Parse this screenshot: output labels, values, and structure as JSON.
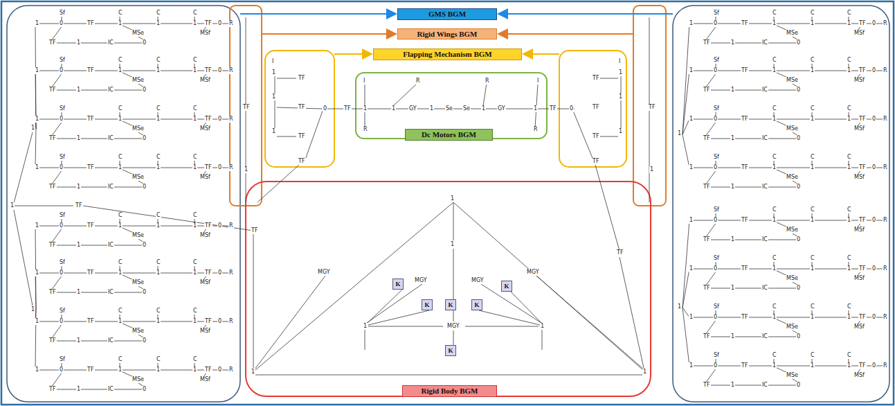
{
  "diagram": {
    "nodes": [
      {
        "text": [
          "GMS BGM"
        ]
      },
      {
        "text": [
          "Rigid Wings BGM"
        ]
      },
      {
        "text": [
          "Flapping Mechanism BGM"
        ]
      },
      {
        "text": [
          "Dc Motors BGM"
        ]
      },
      {
        "text": [
          "Rigid Body BGM"
        ]
      },
      {
        "text": [
          "K"
        ]
      },
      {
        "text": [
          "K"
        ]
      },
      {
        "text": [
          "K"
        ]
      },
      {
        "text": [
          "K"
        ]
      },
      {
        "text": [
          "K"
        ]
      },
      {
        "text": [
          "K"
        ]
      }
    ],
    "labels": [
      "Sf",
      "C",
      "C",
      "C",
      "1",
      "0",
      "TF",
      "1",
      "1",
      "1",
      "TF",
      "0",
      "R",
      "MSe",
      "MSf",
      "TF",
      "1",
      "IC",
      "0",
      "Sf",
      "C",
      "C",
      "C",
      "1",
      "0",
      "TF",
      "1",
      "1",
      "1",
      "TF",
      "0",
      "R",
      "MSe",
      "MSf",
      "TF",
      "1",
      "IC",
      "0",
      "Sf",
      "C",
      "C",
      "C",
      "1",
      "0",
      "TF",
      "1",
      "1",
      "1",
      "TF",
      "0",
      "R",
      "MSe",
      "MSf",
      "TF",
      "1",
      "IC",
      "0",
      "Sf",
      "C",
      "C",
      "C",
      "1",
      "0",
      "TF",
      "1",
      "1",
      "1",
      "TF",
      "0",
      "R",
      "MSe",
      "MSf",
      "TF",
      "1",
      "IC",
      "0",
      "Sf",
      "C",
      "C",
      "C",
      "1",
      "0",
      "TF",
      "1",
      "1",
      "1",
      "TF",
      "0",
      "R",
      "MSe",
      "MSf",
      "TF",
      "1",
      "IC",
      "0",
      "Sf",
      "C",
      "C",
      "C",
      "1",
      "0",
      "TF",
      "1",
      "1",
      "1",
      "TF",
      "0",
      "R",
      "MSe",
      "MSf",
      "TF",
      "1",
      "IC",
      "0",
      "Sf",
      "C",
      "C",
      "C",
      "1",
      "0",
      "TF",
      "1",
      "1",
      "1",
      "TF",
      "0",
      "R",
      "MSe",
      "MSf",
      "TF",
      "1",
      "IC",
      "0",
      "Sf",
      "C",
      "C",
      "C",
      "1",
      "0",
      "TF",
      "1",
      "1",
      "1",
      "TF",
      "0",
      "R",
      "MSe",
      "MSf",
      "TF",
      "1",
      "IC",
      "0",
      "Sf",
      "C",
      "C",
      "C",
      "1",
      "0",
      "TF",
      "1",
      "1",
      "1",
      "TF",
      "0",
      "R",
      "MSe",
      "MSf",
      "TF",
      "1",
      "IC",
      "0",
      "Sf",
      "C",
      "C",
      "C",
      "1",
      "0",
      "TF",
      "1",
      "1",
      "1",
      "TF",
      "0",
      "R",
      "MSe",
      "MSf",
      "TF",
      "1",
      "IC",
      "0",
      "Sf",
      "C",
      "C",
      "C",
      "1",
      "0",
      "TF",
      "1",
      "1",
      "1",
      "TF",
      "0",
      "R",
      "MSe",
      "MSf",
      "TF",
      "1",
      "IC",
      "0",
      "Sf",
      "C",
      "C",
      "C",
      "1",
      "0",
      "TF",
      "1",
      "1",
      "1",
      "TF",
      "0",
      "R",
      "MSe",
      "MSf",
      "TF",
      "1",
      "IC",
      "0",
      "Sf",
      "C",
      "C",
      "C",
      "1",
      "0",
      "TF",
      "1",
      "1",
      "1",
      "TF",
      "0",
      "R",
      "MSe",
      "MSf",
      "TF",
      "1",
      "IC",
      "0",
      "Sf",
      "C",
      "C",
      "C",
      "1",
      "0",
      "TF",
      "1",
      "1",
      "1",
      "TF",
      "0",
      "R",
      "MSe",
      "MSf",
      "TF",
      "1",
      "IC",
      "0",
      "Sf",
      "C",
      "C",
      "C",
      "1",
      "0",
      "TF",
      "1",
      "1",
      "1",
      "TF",
      "0",
      "R",
      "MSe",
      "MSf",
      "TF",
      "1",
      "IC",
      "0",
      "Sf",
      "C",
      "C",
      "C",
      "1",
      "0",
      "TF",
      "1",
      "1",
      "1",
      "TF",
      "0",
      "R",
      "MSe",
      "MSf",
      "TF",
      "1",
      "IC",
      "0",
      "1",
      "TF",
      "1",
      "1",
      "TF",
      "1",
      "1",
      "1",
      "TF",
      "1",
      "I",
      "1",
      "TF",
      "1",
      "TF",
      "0",
      "1",
      "TF",
      "TF",
      "I",
      "1",
      "TF",
      "1",
      "TF",
      "0",
      "1",
      "TF",
      "TF",
      "TF",
      "I",
      "1",
      "R",
      "R",
      "1",
      "GY",
      "1",
      "Se",
      "Se",
      "1",
      "GY",
      "R",
      "I",
      "1",
      "R",
      "TF",
      "1",
      "TF",
      "TF",
      "1",
      "MGY",
      "MGY",
      "MGY",
      "MGY",
      "MGY",
      "1",
      "1",
      "1",
      "1"
    ]
  }
}
